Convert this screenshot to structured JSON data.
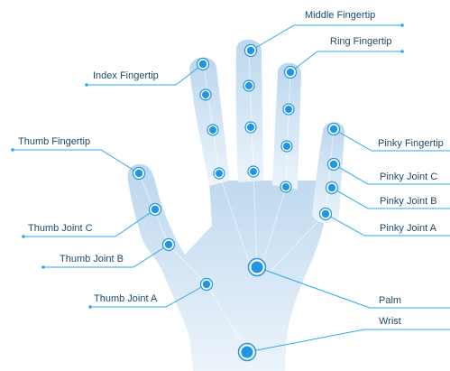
{
  "colors": {
    "hand_top": "#bcd7ee",
    "hand_bottom": "#edf4fb",
    "marker": "#1e96e3",
    "leader_line": "#29a9ef",
    "label_text": "#1d4a6a"
  },
  "labels": {
    "middle_fingertip": "Middle Fingertip",
    "ring_fingertip": "Ring Fingertip",
    "index_fingertip": "Index Fingertip",
    "thumb_fingertip": "Thumb Fingertip",
    "pinky_fingertip": "Pinky Fingertip",
    "pinky_joint_c": "Pinky Joint C",
    "pinky_joint_b": "Pinky Joint B",
    "pinky_joint_a": "Pinky Joint A",
    "thumb_joint_c": "Thumb Joint C",
    "thumb_joint_b": "Thumb Joint B",
    "thumb_joint_a": "Thumb Joint A",
    "palm": "Palm",
    "wrist": "Wrist"
  }
}
